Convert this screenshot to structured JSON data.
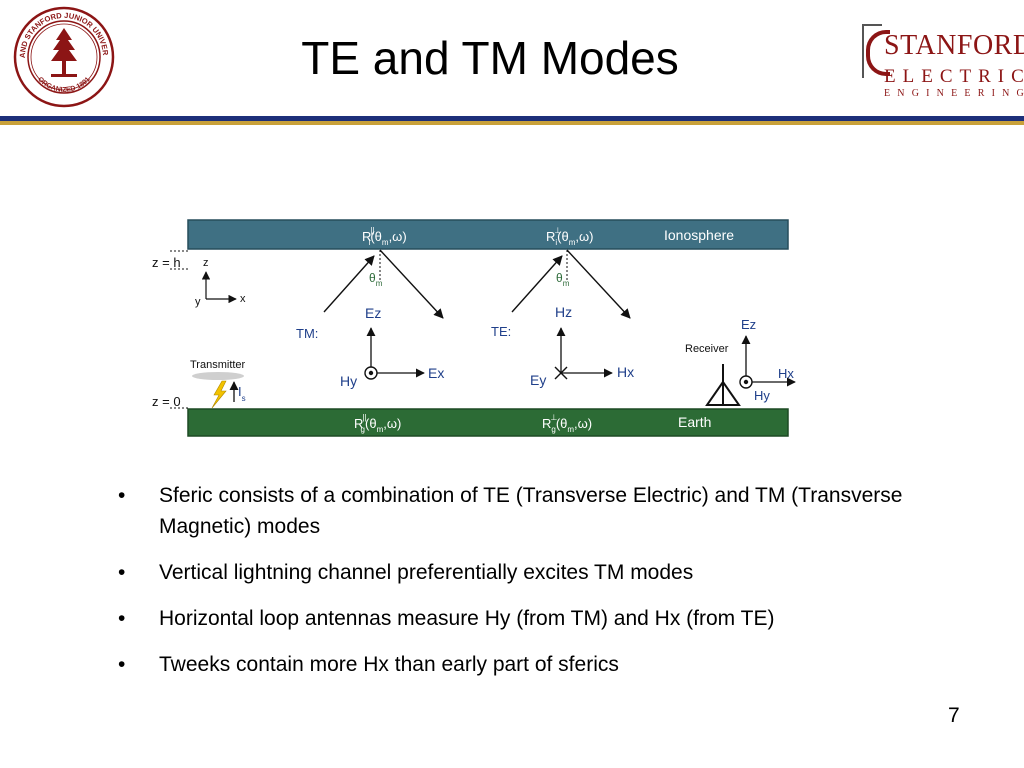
{
  "slide": {
    "title": "TE and TM Modes",
    "page_number": "7"
  },
  "logos": {
    "seal_ring_text": "LELAND STANFORD JUNIOR UNIVERSITY",
    "seal_bottom_text": "ORGANIZED 1891",
    "brand_line1": "STANFORD",
    "brand_line2": "ELECTRICAL",
    "brand_line3": "ENGINEERING"
  },
  "diagram": {
    "ionosphere_label": "Ionosphere",
    "earth_label": "Earth",
    "z_h_label": "z = h",
    "z_0_label": "z = 0",
    "axis_z": "z",
    "axis_x": "x",
    "axis_y": "y",
    "tm_label": "TM:",
    "te_label": "TE:",
    "transmitter_label": "Transmitter",
    "source_current_main": "I",
    "source_current_sub": "s",
    "receiver_label": "Receiver",
    "theta_main": "θ",
    "theta_sub": "m",
    "coeff_iono_tm": "R",
    "coeff_iono_tm_sup": "||",
    "coeff_iono_te": "R",
    "coeff_iono_te_sup": "⊥",
    "coeff_iono_sub": "i",
    "coeff_ground_tm": "R",
    "coeff_ground_tm_sup": "||",
    "coeff_ground_te": "R",
    "coeff_ground_te_sup": "⊥",
    "coeff_ground_sub": "g",
    "coeff_args_open": "(θ",
    "coeff_args_close": ",ω)",
    "tm_fields": {
      "vertical": "Ez",
      "horizontal": "Ex",
      "out_of_plane": "Hy"
    },
    "te_fields": {
      "vertical": "Hz",
      "horizontal": "Hx",
      "out_of_plane": "Ey"
    },
    "rx_fields": {
      "vertical": "Ez",
      "horizontal": "Hx",
      "out_of_plane": "Hy"
    },
    "colors": {
      "ionosphere": "#3f7083",
      "earth": "#2c6b35",
      "field_label": "#1f3f8a",
      "theta": "#2e6b3a",
      "lightning": "#f2c200"
    }
  },
  "bullets": [
    "Sferic consists of a combination of TE (Transverse Electric) and TM (Transverse Magnetic) modes",
    "Vertical lightning channel preferentially excites TM modes",
    "Horizontal loop antennas measure Hy (from TM) and Hx (from TE)",
    "Tweeks contain more Hx than early part of sferics"
  ],
  "bullet_glyph": "•"
}
